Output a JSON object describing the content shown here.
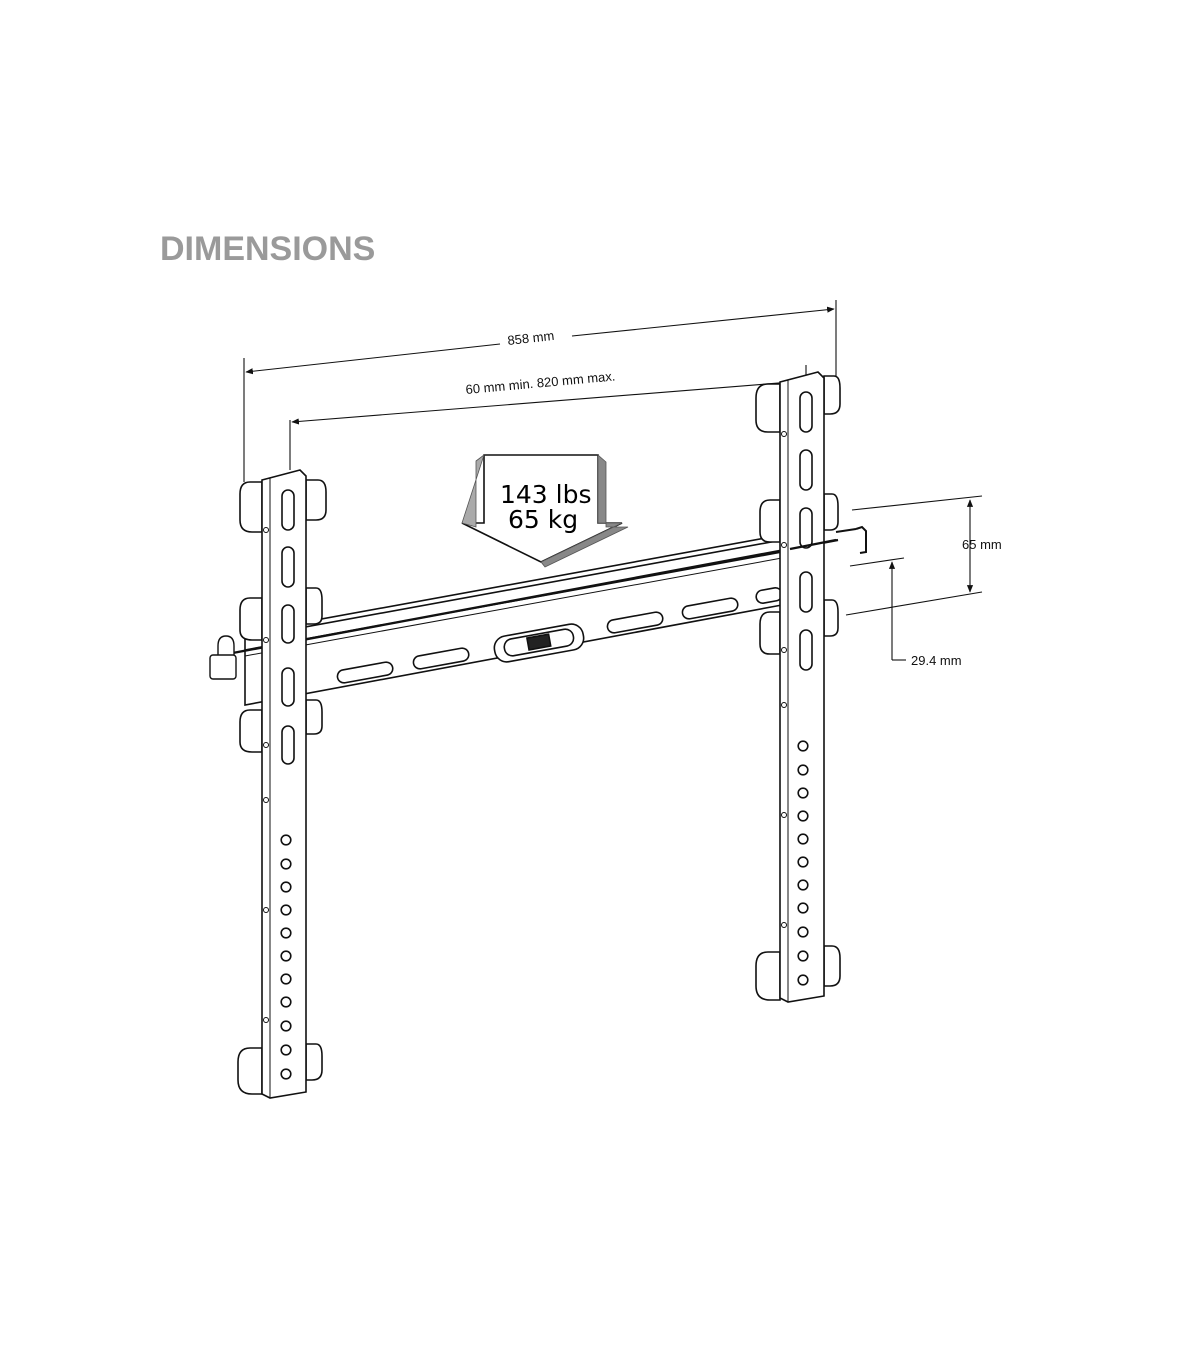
{
  "header": {
    "title": "DIMENSIONS"
  },
  "dimensions": {
    "overall_width": "858 mm",
    "hole_spacing": "60 mm min. 820 mm max.",
    "rail_offset": "65 mm",
    "depth": "29.4 mm"
  },
  "load": {
    "imperial": "143 lbs",
    "metric": "65 kg"
  },
  "icons": [
    "padlock-icon",
    "spirit-level-icon",
    "load-arrow-icon"
  ]
}
